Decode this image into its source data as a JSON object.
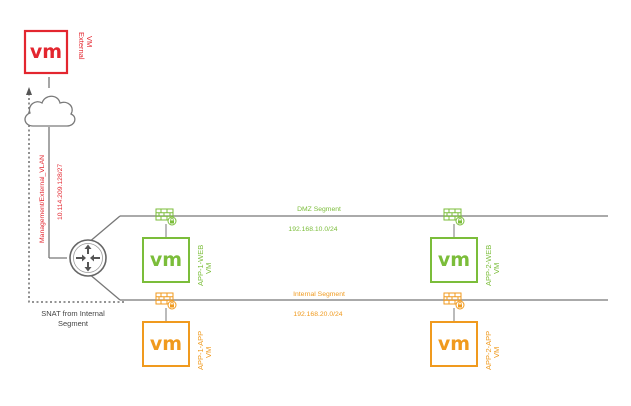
{
  "colors": {
    "external": "#e3262f",
    "green": "#7bbd3a",
    "orange": "#f09a1e",
    "line": "#777777",
    "router": "#666666"
  },
  "external_vm": {
    "icon": "vm",
    "label_line1": "External",
    "label_line2": "VM"
  },
  "cloud": {
    "icon": "cloud-icon"
  },
  "management_vlan": {
    "label": "Management/External_VLAN",
    "subnet": "10.114.209.128/27"
  },
  "router": {
    "icon": "router-icon"
  },
  "snat": {
    "line1": "SNAT from Internal",
    "line2": "Segment"
  },
  "dmz_segment": {
    "name": "DMZ Segment",
    "subnet": "192.168.10.0/24"
  },
  "internal_segment": {
    "name": "Internal Segment",
    "subnet": "192.168.20.0/24"
  },
  "vms": {
    "app1_web": {
      "icon": "vm",
      "label_line1": "APP-1-WEB",
      "label_line2": "VM"
    },
    "app2_web": {
      "icon": "vm",
      "label_line1": "APP-2-WEB",
      "label_line2": "VM"
    },
    "app1_app": {
      "icon": "vm",
      "label_line1": "APP-1-APP",
      "label_line2": "VM"
    },
    "app2_app": {
      "icon": "vm",
      "label_line1": "APP-2-APP",
      "label_line2": "VM"
    }
  }
}
